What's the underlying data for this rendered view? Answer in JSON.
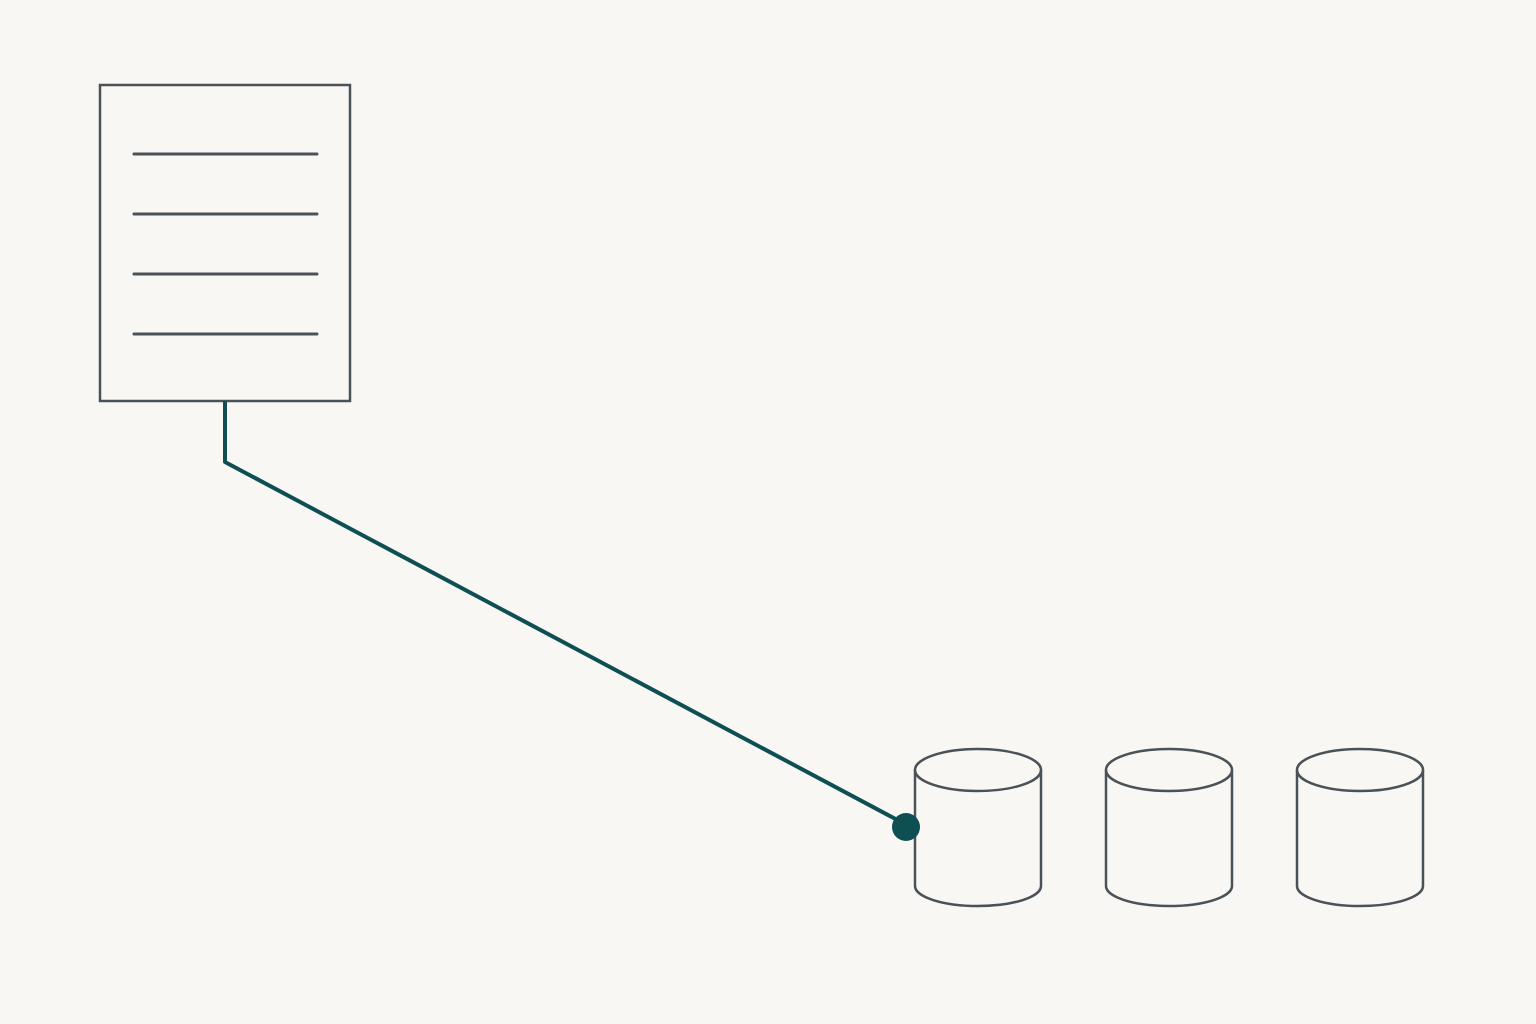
{
  "diagram": {
    "colors": {
      "background": "#f9f7f4",
      "outline": "#4a5258",
      "accent": "#0d4f52"
    },
    "document": {
      "icon": "document-icon",
      "line_count": 4
    },
    "databases": [
      {
        "icon": "database-icon"
      },
      {
        "icon": "database-icon"
      },
      {
        "icon": "database-icon"
      }
    ],
    "connections": [
      {
        "from": "document",
        "to": "database-1",
        "style": "elbow",
        "end_marker": "dot"
      }
    ]
  }
}
